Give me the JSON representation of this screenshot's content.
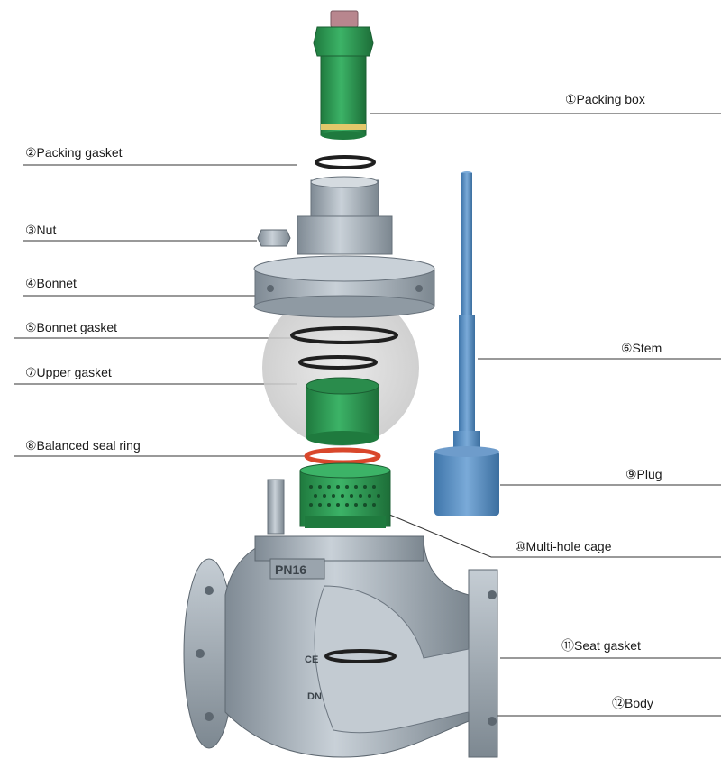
{
  "labels": {
    "packing_box": "①Packing box",
    "packing_gasket": "②Packing gasket",
    "nut": "③Nut",
    "bonnet": "④Bonnet",
    "bonnet_gasket": "⑤Bonnet gasket",
    "stem": "⑥Stem",
    "upper_gasket": "⑦Upper gasket",
    "balanced_seal_ring": "⑧Balanced seal ring",
    "plug": "⑨Plug",
    "multi_hole_cage": "⑩Multi-hole cage",
    "seat_gasket": "⑪Seat gasket",
    "body": "⑫Body"
  },
  "body_markings": {
    "pressure": "PN16",
    "ce": "CE",
    "dn": "DN"
  },
  "colors": {
    "green_part": "#2f9a53",
    "steel_part": "#a9b3bc",
    "stem_plug": "#5a8fc3",
    "seal_ring": "#d9472b",
    "gasket": "#1f1f1f",
    "leader_line": "#333333",
    "highlight_circle": "#d0d0d0"
  }
}
